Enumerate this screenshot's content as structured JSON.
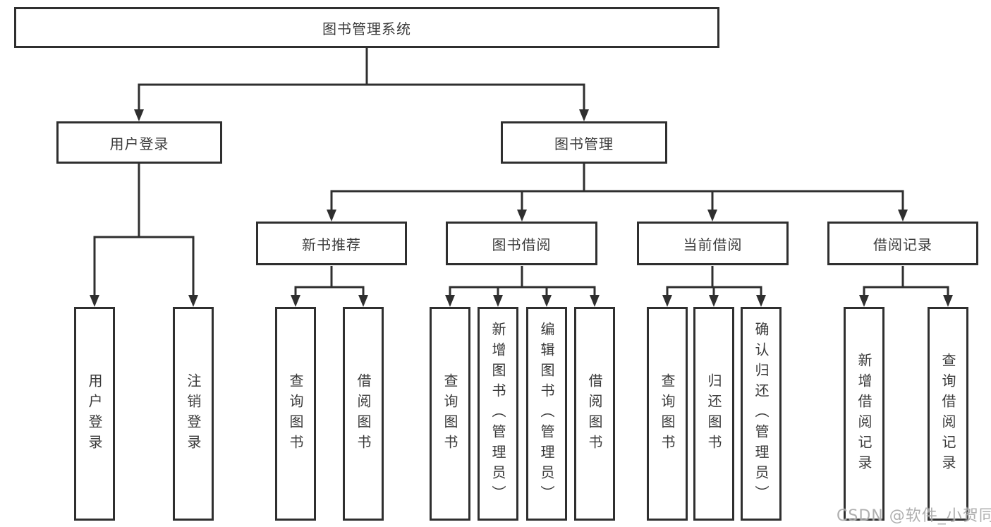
{
  "tree": {
    "root": {
      "label": "图书管理系统"
    },
    "user_login": {
      "label": "用户登录",
      "children": [
        {
          "label": "用户登录"
        },
        {
          "label": "注销登录"
        }
      ]
    },
    "book_mgmt": {
      "label": "图书管理",
      "groups": [
        {
          "label": "新书推荐",
          "children": [
            {
              "label": "查询图书"
            },
            {
              "label": "借阅图书"
            }
          ]
        },
        {
          "label": "图书借阅",
          "children": [
            {
              "label": "查询图书"
            },
            {
              "label": "新增图书（管理员）"
            },
            {
              "label": "编辑图书（管理员）"
            },
            {
              "label": "借阅图书"
            }
          ]
        },
        {
          "label": "当前借阅",
          "children": [
            {
              "label": "查询图书"
            },
            {
              "label": "归还图书"
            },
            {
              "label": "确认归还（管理员）"
            }
          ]
        },
        {
          "label": "借阅记录",
          "children": [
            {
              "label": "新增借阅记录"
            },
            {
              "label": "查询借阅记录"
            }
          ]
        }
      ]
    }
  },
  "watermark": {
    "text": "CSDN @软件_小贺同学"
  },
  "colors": {
    "line": "#2f2f2f",
    "box_border": "#2f2f2f",
    "box_fill": "#ffffff",
    "text": "#3b3b3b",
    "watermark": "#a8a8a8",
    "background": "#ffffff"
  }
}
